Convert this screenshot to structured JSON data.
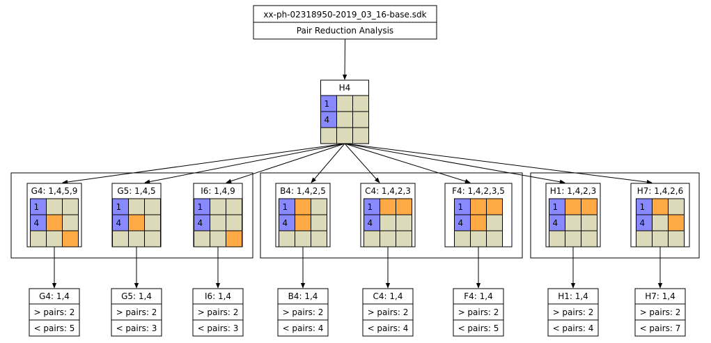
{
  "title": {
    "filename": "xx-ph-02318950-2019_03_16-base.sdk",
    "subtitle": "Pair Reduction Analysis"
  },
  "colors": {
    "candidate_blue": "#8888ff",
    "pair_orange": "#ffaa44",
    "empty_khaki": "#dcdab8",
    "line": "#000000"
  },
  "root": {
    "label": "H4",
    "grid": [
      [
        "1",
        "",
        ""
      ],
      [
        "4",
        "",
        ""
      ],
      [
        "",
        "",
        ""
      ]
    ]
  },
  "nodes": [
    {
      "label": "G4: 1,4,5,9",
      "grid": [
        [
          "1",
          "",
          ""
        ],
        [
          "4",
          "o",
          ""
        ],
        [
          "",
          "",
          "o"
        ]
      ],
      "result": {
        "title": "G4: 1,4",
        "gt": "> pairs: 2",
        "lt": "< pairs: 5"
      }
    },
    {
      "label": "G5: 1,4,5",
      "grid": [
        [
          "1",
          "",
          ""
        ],
        [
          "4",
          "o",
          ""
        ],
        [
          "",
          "",
          ""
        ]
      ],
      "result": {
        "title": "G5: 1,4",
        "gt": "> pairs: 2",
        "lt": "< pairs: 3"
      }
    },
    {
      "label": "I6: 1,4,9",
      "grid": [
        [
          "1",
          "",
          ""
        ],
        [
          "4",
          "",
          ""
        ],
        [
          "",
          "",
          "o"
        ]
      ],
      "result": {
        "title": "I6: 1,4",
        "gt": "> pairs: 2",
        "lt": "< pairs: 3"
      }
    },
    {
      "label": "B4: 1,4,2,5",
      "grid": [
        [
          "1",
          "o",
          ""
        ],
        [
          "4",
          "o",
          ""
        ],
        [
          "",
          "",
          ""
        ]
      ],
      "result": {
        "title": "B4: 1,4",
        "gt": "> pairs: 2",
        "lt": "< pairs: 4"
      }
    },
    {
      "label": "C4: 1,4,2,3",
      "grid": [
        [
          "1",
          "o",
          "o"
        ],
        [
          "4",
          "",
          ""
        ],
        [
          "",
          "",
          ""
        ]
      ],
      "result": {
        "title": "C4: 1,4",
        "gt": "> pairs: 2",
        "lt": "< pairs: 4"
      }
    },
    {
      "label": "F4: 1,4,2,3,5",
      "grid": [
        [
          "1",
          "o",
          "o"
        ],
        [
          "4",
          "o",
          ""
        ],
        [
          "",
          "",
          ""
        ]
      ],
      "result": {
        "title": "F4: 1,4",
        "gt": "> pairs: 2",
        "lt": "< pairs: 5"
      }
    },
    {
      "label": "H1: 1,4,2,3",
      "grid": [
        [
          "1",
          "o",
          "o"
        ],
        [
          "4",
          "",
          ""
        ],
        [
          "",
          "",
          ""
        ]
      ],
      "result": {
        "title": "H1: 1,4",
        "gt": "> pairs: 2",
        "lt": "< pairs: 4"
      }
    },
    {
      "label": "H7: 1,4,2,6",
      "grid": [
        [
          "1",
          "o",
          ""
        ],
        [
          "4",
          "",
          "o"
        ],
        [
          "",
          "",
          ""
        ]
      ],
      "result": {
        "title": "H7: 1,4",
        "gt": "> pairs: 2",
        "lt": "< pairs: 7"
      }
    }
  ]
}
